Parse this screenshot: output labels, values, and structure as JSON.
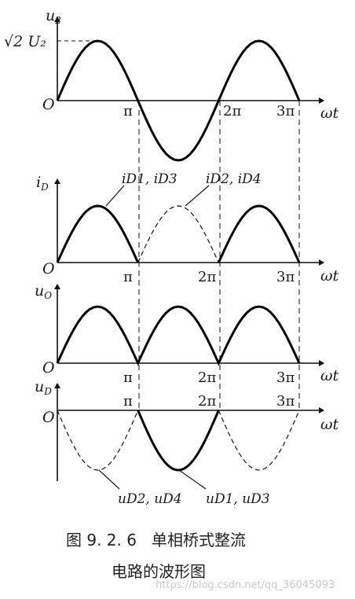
{
  "panels": [
    {
      "id": "u2",
      "ylabel_main": "u",
      "ylabel_sub": "2",
      "amp_label": "√2 U₂",
      "origin": "O",
      "ticks": [
        "π",
        "2π",
        "3π"
      ],
      "xlabel": "ωt"
    },
    {
      "id": "iD",
      "ylabel_main": "i",
      "ylabel_sub": "D",
      "origin": "O",
      "ticks": [
        "π",
        "2π",
        "3π"
      ],
      "xlabel": "ωt",
      "ann_solid": "iD1, iD3",
      "ann_dashed": "iD2, iD4"
    },
    {
      "id": "uO",
      "ylabel_main": "u",
      "ylabel_sub": "O",
      "origin": "O",
      "ticks": [
        "π",
        "2π",
        "3π"
      ],
      "xlabel": "ωt"
    },
    {
      "id": "uD",
      "ylabel_main": "u",
      "ylabel_sub": "D",
      "origin": "O",
      "ticks": [
        "π",
        "2π",
        "3π"
      ],
      "xlabel": "ωt",
      "ann_dashed": "uD2, uD4",
      "ann_solid": "uD1, uD3"
    }
  ],
  "caption": {
    "line1": "图 9. 2. 6   单相桥式整流",
    "line2": "电路的波形图"
  },
  "watermark": "https://blog.csdn.net/qq_36045093"
}
